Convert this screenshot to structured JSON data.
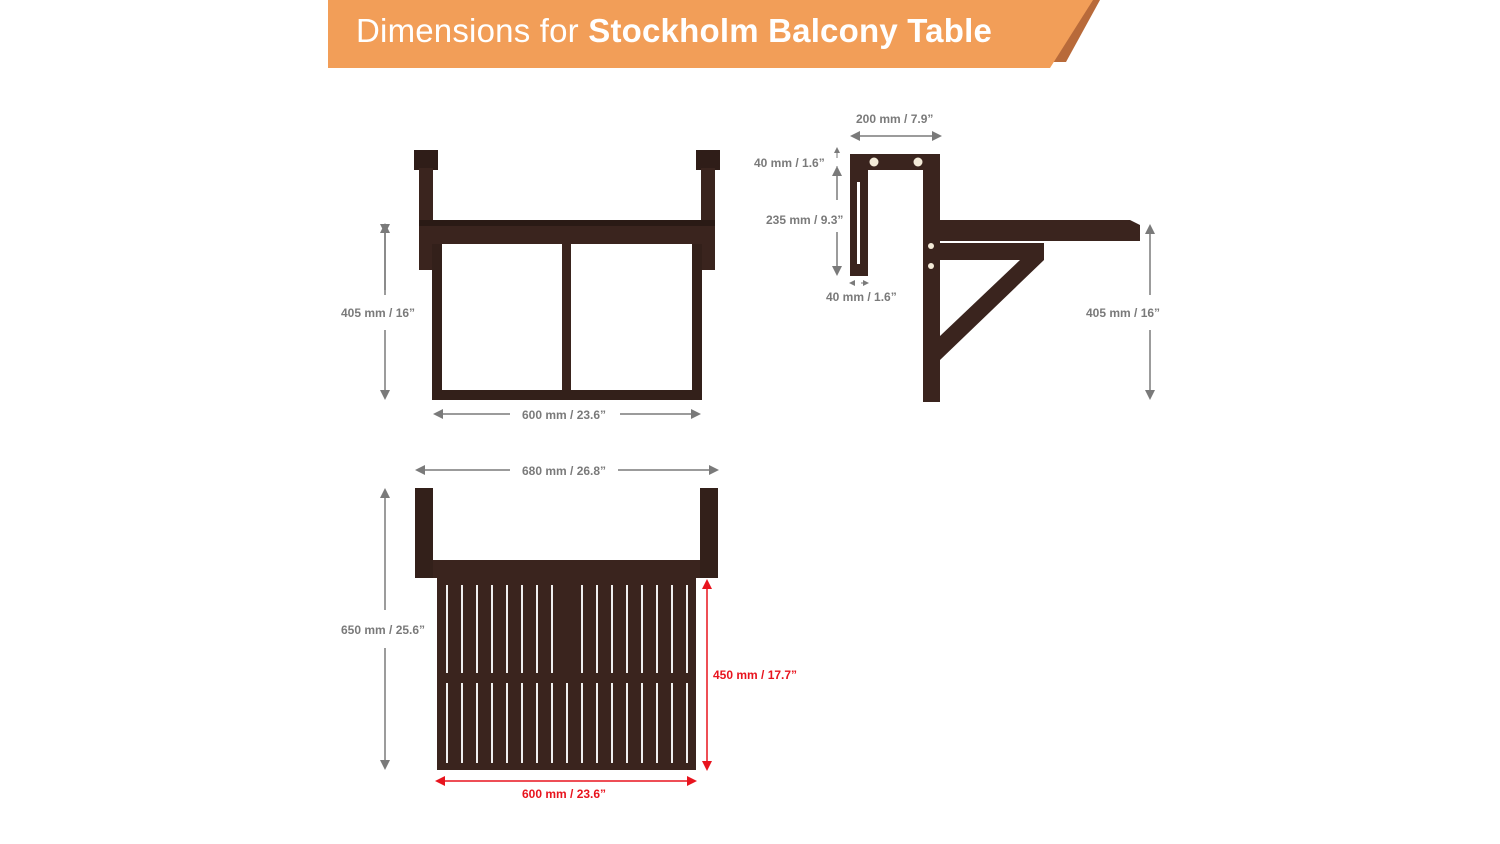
{
  "banner": {
    "title_prefix": "Dimensions for ",
    "title_product": "Stockholm Balcony Table",
    "bg_color": "#f29e58",
    "shadow_color": "#b86a3a"
  },
  "colors": {
    "wood": "#3a241e",
    "wood_dark": "#2a1a15",
    "dimension_gray": "#7a7a7a",
    "dimension_red": "#e8141e"
  },
  "views": {
    "front": {
      "height_label": "405 mm / 16”",
      "width_label": "600 mm / 23.6”"
    },
    "side": {
      "depth_label": "200 mm / 7.9”",
      "bracket_top_label": "40 mm / 1.6”",
      "bracket_height_label": "235 mm / 9.3”",
      "bracket_width_label": "40 mm / 1.6”",
      "height_label": "405 mm / 16”"
    },
    "top": {
      "overall_width_label": "680 mm / 26.8”",
      "overall_height_label": "650 mm / 25.6”",
      "tabletop_depth_label": "450 mm / 17.7”",
      "tabletop_width_label": "600 mm / 23.6”"
    }
  }
}
